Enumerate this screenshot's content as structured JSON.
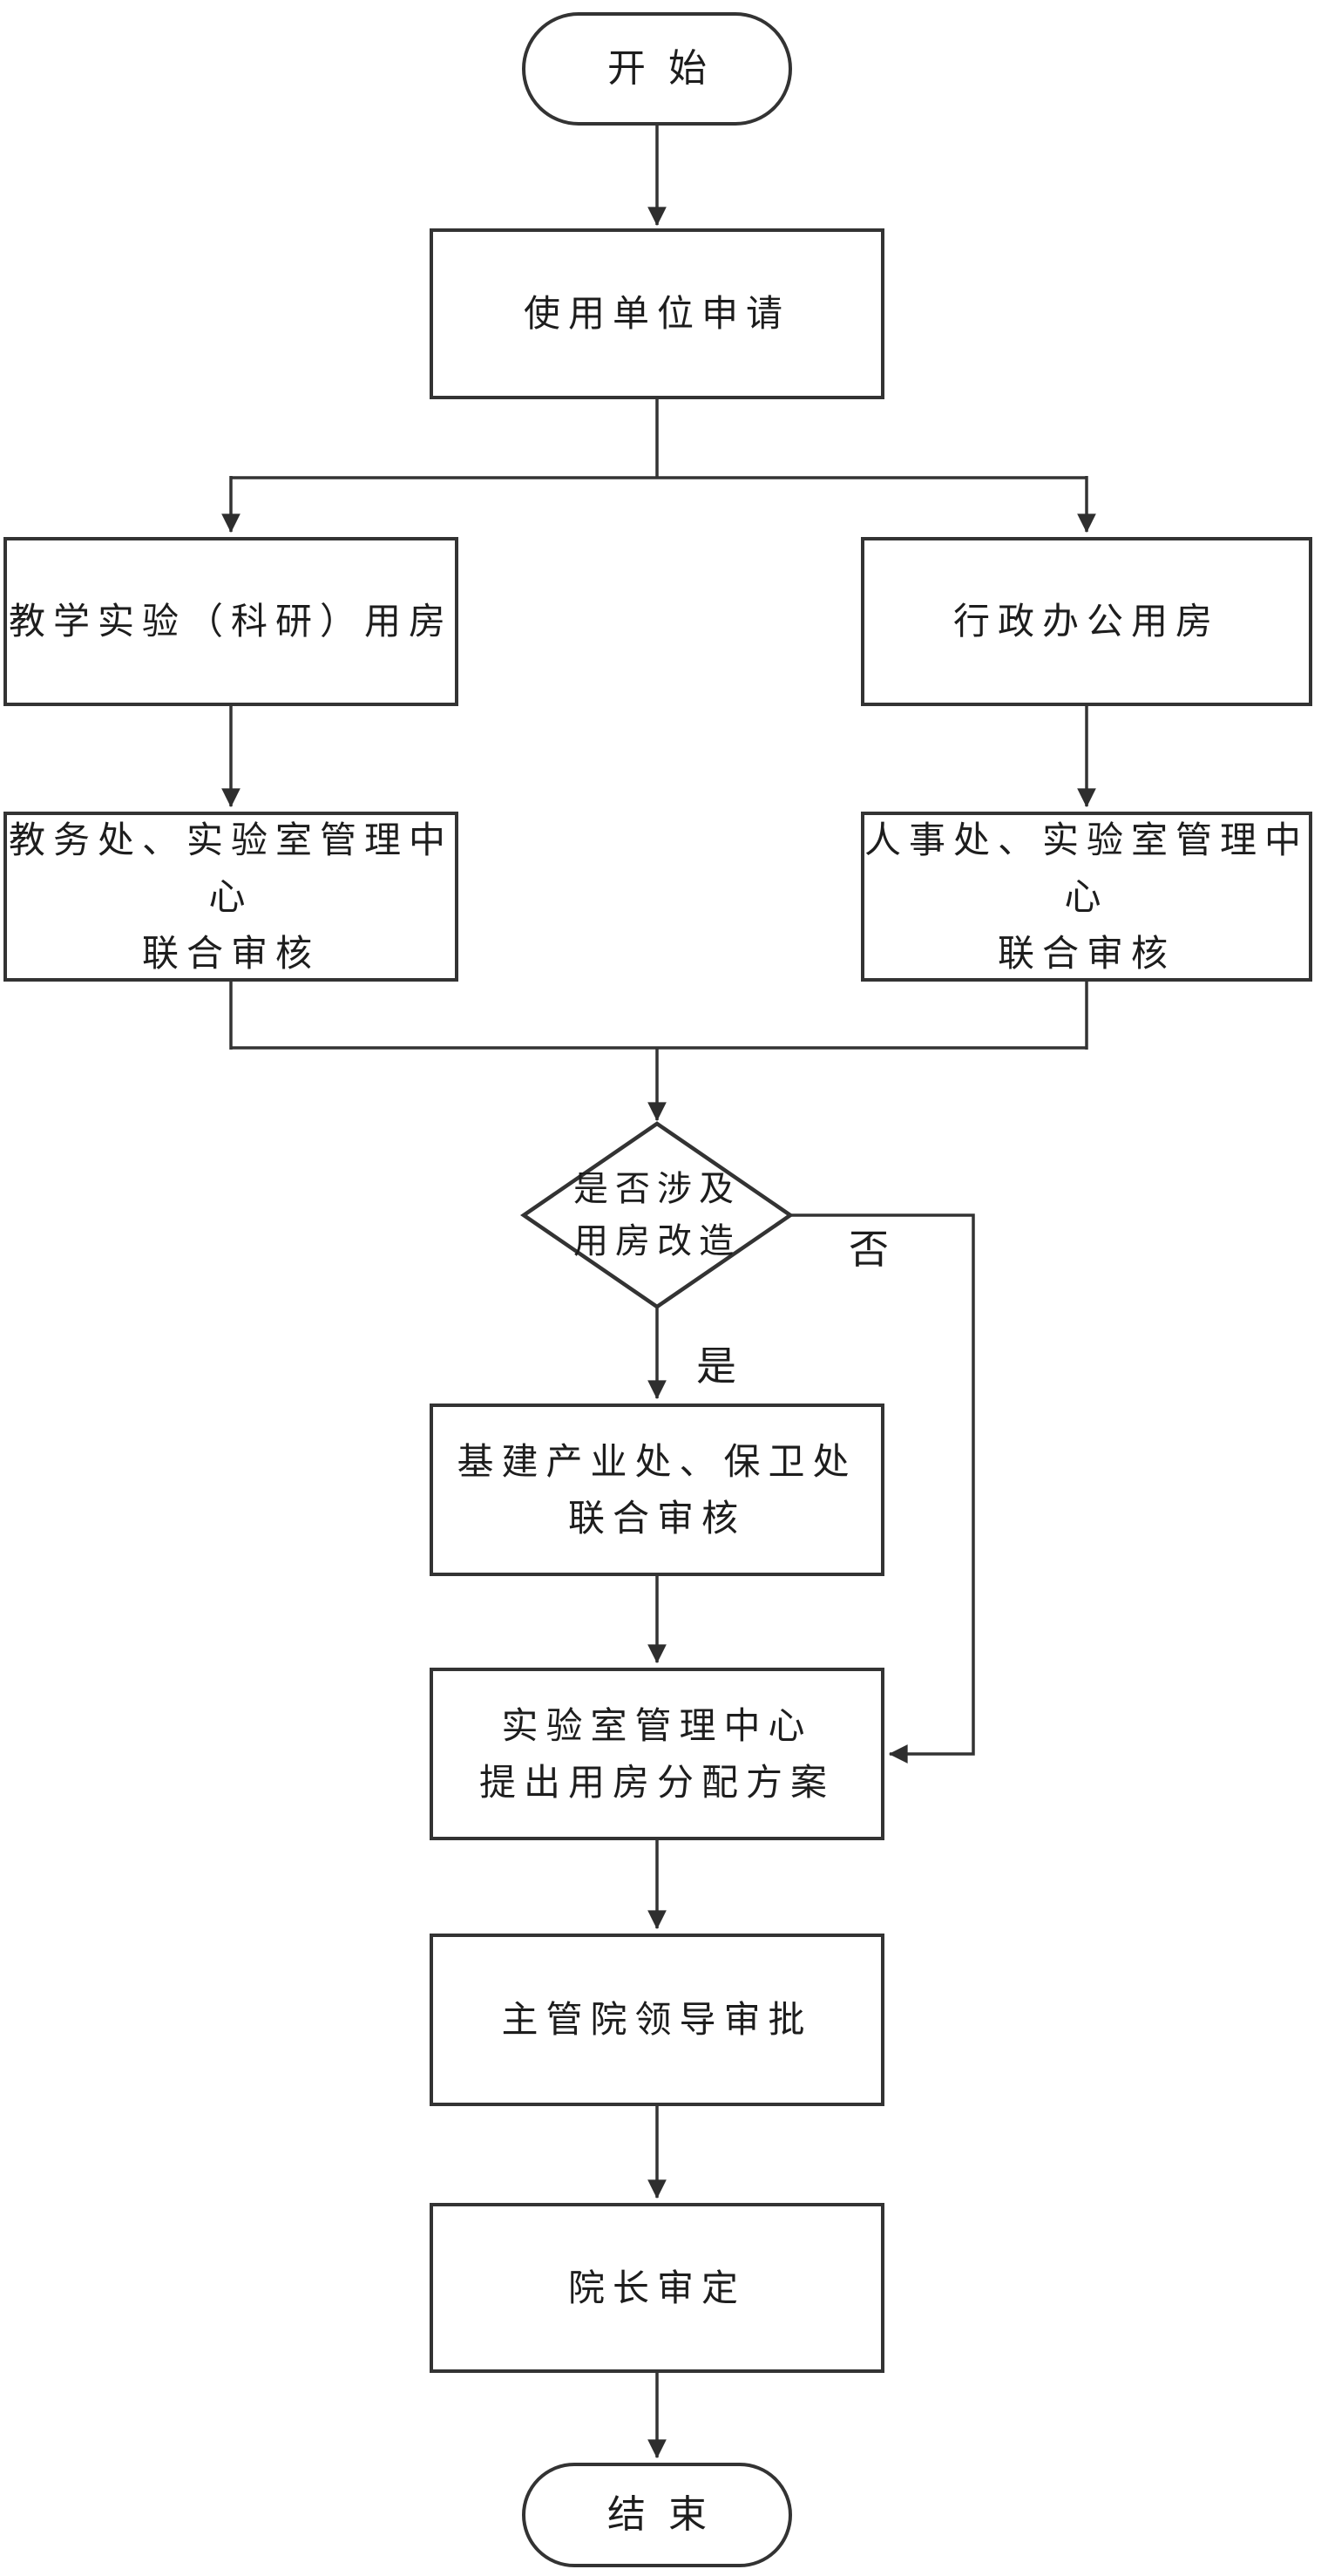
{
  "diagram": {
    "type": "flowchart",
    "language": "zh-CN",
    "colors": {
      "stroke": "#333333",
      "text": "#1d1d1d",
      "background": "#ffffff"
    },
    "nodes": {
      "start": {
        "shape": "terminator",
        "label": "开始"
      },
      "apply": {
        "shape": "process",
        "label": "使用单位申请"
      },
      "teaching": {
        "shape": "process",
        "label": "教学实验（科研）用房"
      },
      "admin": {
        "shape": "process",
        "label": "行政办公用房"
      },
      "teaching_review": {
        "shape": "process",
        "label": "教务处、实验室管理中心\n联合审核"
      },
      "admin_review": {
        "shape": "process",
        "label": "人事处、实验室管理中心\n联合审核"
      },
      "decision": {
        "shape": "decision",
        "label": "是否涉及\n用房改造"
      },
      "construction_review": {
        "shape": "process",
        "label": "基建产业处、保卫处\n联合审核"
      },
      "allocation": {
        "shape": "process",
        "label": "实验室管理中心\n提出用房分配方案"
      },
      "leader_approval": {
        "shape": "process",
        "label": "主管院领导审批"
      },
      "dean_approval": {
        "shape": "process",
        "label": "院长审定"
      },
      "end": {
        "shape": "terminator",
        "label": "结束"
      }
    },
    "edges": [
      {
        "from": "start",
        "to": "apply",
        "label": ""
      },
      {
        "from": "apply",
        "to": "teaching",
        "label": ""
      },
      {
        "from": "apply",
        "to": "admin",
        "label": ""
      },
      {
        "from": "teaching",
        "to": "teaching_review",
        "label": ""
      },
      {
        "from": "admin",
        "to": "admin_review",
        "label": ""
      },
      {
        "from": "teaching_review",
        "to": "decision",
        "label": ""
      },
      {
        "from": "admin_review",
        "to": "decision",
        "label": ""
      },
      {
        "from": "decision",
        "to": "construction_review",
        "label": "是"
      },
      {
        "from": "decision",
        "to": "allocation",
        "label": "否"
      },
      {
        "from": "construction_review",
        "to": "allocation",
        "label": ""
      },
      {
        "from": "allocation",
        "to": "leader_approval",
        "label": ""
      },
      {
        "from": "leader_approval",
        "to": "dean_approval",
        "label": ""
      },
      {
        "from": "dean_approval",
        "to": "end",
        "label": ""
      }
    ]
  }
}
